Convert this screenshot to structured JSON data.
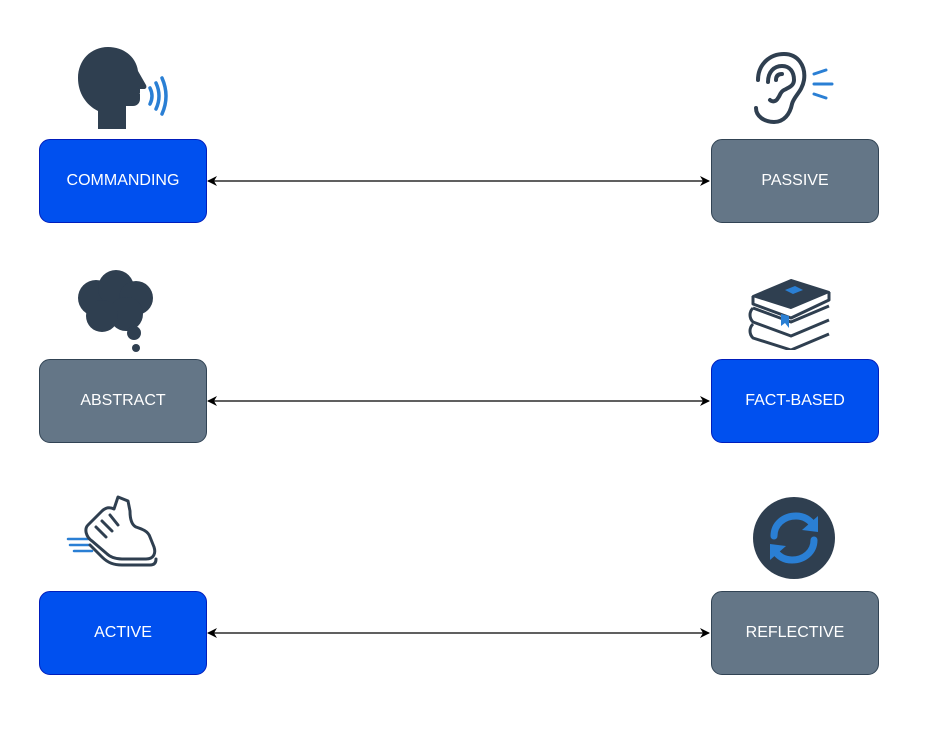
{
  "colors": {
    "blue_box": "#0050ef",
    "blue_border": "#001dbc",
    "gray_box": "#647687",
    "gray_border": "#314354",
    "icon_dark": "#2f3f50",
    "icon_accent": "#2a7fd4",
    "arrow": "#000000"
  },
  "rows": [
    {
      "left": {
        "label": "COMMANDING",
        "style": "blue",
        "icon": "speaking-head-icon"
      },
      "right": {
        "label": "PASSIVE",
        "style": "gray",
        "icon": "ear-icon"
      }
    },
    {
      "left": {
        "label": "ABSTRACT",
        "style": "gray",
        "icon": "thought-cloud-icon"
      },
      "right": {
        "label": "FACT-BASED",
        "style": "blue",
        "icon": "books-icon"
      }
    },
    {
      "left": {
        "label": "ACTIVE",
        "style": "blue",
        "icon": "running-shoe-icon"
      },
      "right": {
        "label": "REFLECTIVE",
        "style": "gray",
        "icon": "refresh-icon"
      }
    }
  ]
}
